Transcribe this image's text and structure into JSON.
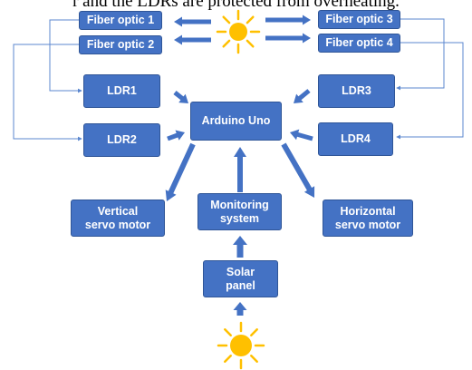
{
  "caption": "r and the LDRs are protected from overheating.",
  "colors": {
    "box_fill": "#4472C4",
    "box_border": "#2F5597",
    "arrow": "#4472C4",
    "connector": "#5B87CF",
    "sun_fill": "#FFC000",
    "sun_ray": "#FFC000"
  },
  "nodes": {
    "fiber1": "Fiber optic 1",
    "fiber2": "Fiber optic 2",
    "fiber3": "Fiber optic 3",
    "fiber4": "Fiber optic 4",
    "ldr1": "LDR1",
    "ldr2": "LDR2",
    "ldr3": "LDR3",
    "ldr4": "LDR4",
    "arduino": "Arduino Uno",
    "vertical_servo": "Vertical\nservo motor",
    "monitoring": "Monitoring\nsystem",
    "horizontal_servo": "Horizontal\nservo motor",
    "solar": "Solar\npanel"
  },
  "icons": [
    "sun-icon-top",
    "sun-icon-bottom"
  ]
}
